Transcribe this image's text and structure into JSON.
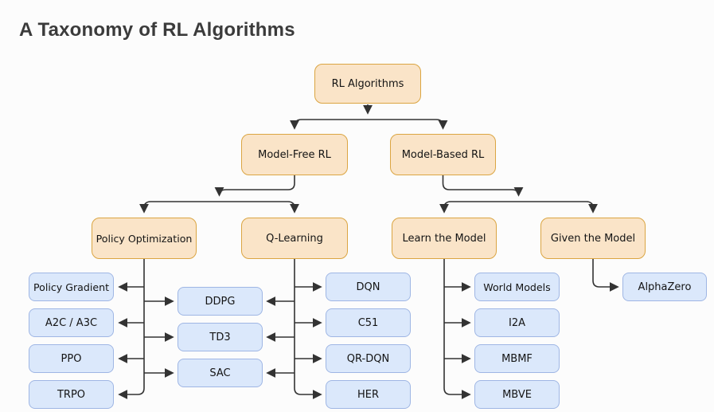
{
  "title": "A Taxonomy of RL Algorithms",
  "colors": {
    "background": "#fcfcfc",
    "edge": "#333333",
    "orange_fill": "#fae4c8",
    "orange_stroke": "#dba542",
    "blue_fill": "#dbe8fb",
    "blue_stroke": "#9fb6e4",
    "title_text": "#3b3b3b",
    "node_text": "#141414"
  },
  "nodes": {
    "root": "RL Algorithms",
    "model_free": "Model-Free RL",
    "model_based": "Model-Based RL",
    "policy_optimization": "Policy Optimization",
    "q_learning": "Q-Learning",
    "learn_the_model": "Learn the Model",
    "given_the_model": "Given the Model",
    "policy_gradient": "Policy Gradient",
    "a2c_a3c": "A2C / A3C",
    "ppo": "PPO",
    "trpo": "TRPO",
    "ddpg": "DDPG",
    "td3": "TD3",
    "sac": "SAC",
    "dqn": "DQN",
    "c51": "C51",
    "qr_dqn": "QR-DQN",
    "her": "HER",
    "world_models": "World Models",
    "i2a": "I2A",
    "mbmf": "MBMF",
    "mbve": "MBVE",
    "alphazero": "AlphaZero"
  },
  "edges": [
    {
      "from": "RL Algorithms",
      "to": "Model-Free RL"
    },
    {
      "from": "RL Algorithms",
      "to": "Model-Based RL"
    },
    {
      "from": "Model-Free RL",
      "to": "Policy Optimization"
    },
    {
      "from": "Model-Free RL",
      "to": "Q-Learning"
    },
    {
      "from": "Model-Based RL",
      "to": "Learn the Model"
    },
    {
      "from": "Model-Based RL",
      "to": "Given the Model"
    },
    {
      "from": "Policy Optimization",
      "to": "Policy Gradient"
    },
    {
      "from": "Policy Optimization",
      "to": "A2C / A3C"
    },
    {
      "from": "Policy Optimization",
      "to": "PPO"
    },
    {
      "from": "Policy Optimization",
      "to": "TRPO"
    },
    {
      "from": "Policy Optimization",
      "to": "DDPG"
    },
    {
      "from": "Policy Optimization",
      "to": "TD3"
    },
    {
      "from": "Policy Optimization",
      "to": "SAC"
    },
    {
      "from": "Q-Learning",
      "to": "DDPG"
    },
    {
      "from": "Q-Learning",
      "to": "TD3"
    },
    {
      "from": "Q-Learning",
      "to": "SAC"
    },
    {
      "from": "Q-Learning",
      "to": "DQN"
    },
    {
      "from": "Q-Learning",
      "to": "C51"
    },
    {
      "from": "Q-Learning",
      "to": "QR-DQN"
    },
    {
      "from": "Q-Learning",
      "to": "HER"
    },
    {
      "from": "Learn the Model",
      "to": "World Models"
    },
    {
      "from": "Learn the Model",
      "to": "I2A"
    },
    {
      "from": "Learn the Model",
      "to": "MBMF"
    },
    {
      "from": "Learn the Model",
      "to": "MBVE"
    },
    {
      "from": "Given the Model",
      "to": "AlphaZero"
    }
  ]
}
